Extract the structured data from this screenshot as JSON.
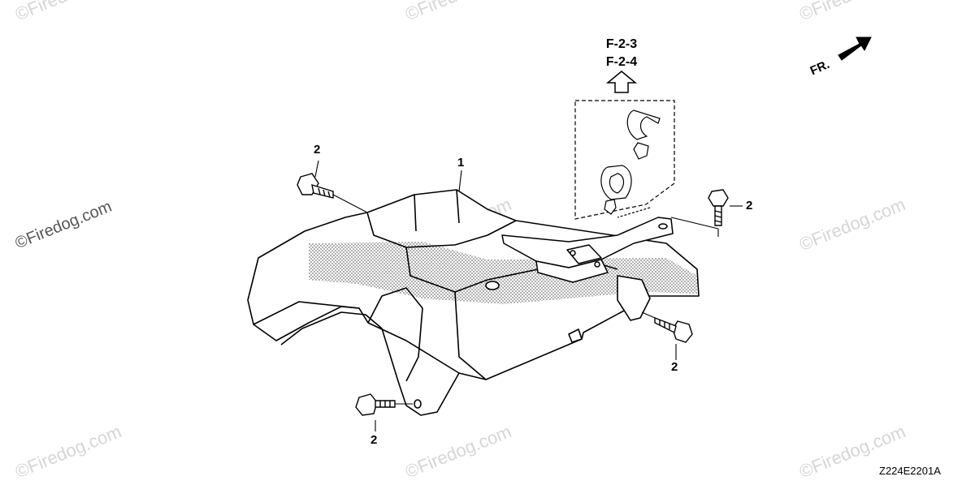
{
  "watermark": "©Firedog.com",
  "callouts": {
    "part_1": "1",
    "part_2_top_left": "2",
    "part_2_right": "2",
    "part_2_lower_right": "2",
    "part_2_bottom": "2"
  },
  "references": {
    "ref_1": "F-2-3",
    "ref_2": "F-2-4"
  },
  "direction_label": "FR.",
  "diagram_code": "Z224E2201A"
}
